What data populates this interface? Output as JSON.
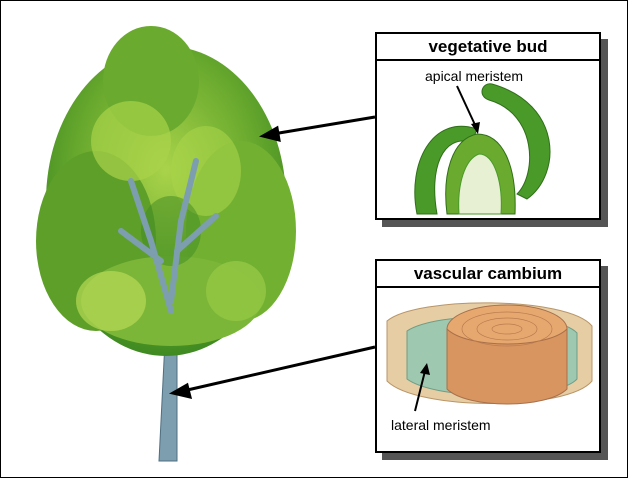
{
  "panels": {
    "bud": {
      "title": "vegetative bud",
      "label": "apical meristem"
    },
    "cambium": {
      "title": "vascular cambium",
      "label": "lateral meristem"
    }
  },
  "colors": {
    "leaf_dark": "#3f8a22",
    "leaf_mid": "#6aaa2e",
    "leaf_light": "#a9d34a",
    "trunk": "#7c9eae",
    "bud_green": "#4a9a2a",
    "wood": "#e7a870",
    "bark": "#e6cda4",
    "cambium_band": "#9ec8b0"
  },
  "icons": [
    "tree-illustration",
    "bud-section-illustration",
    "stem-section-illustration"
  ]
}
